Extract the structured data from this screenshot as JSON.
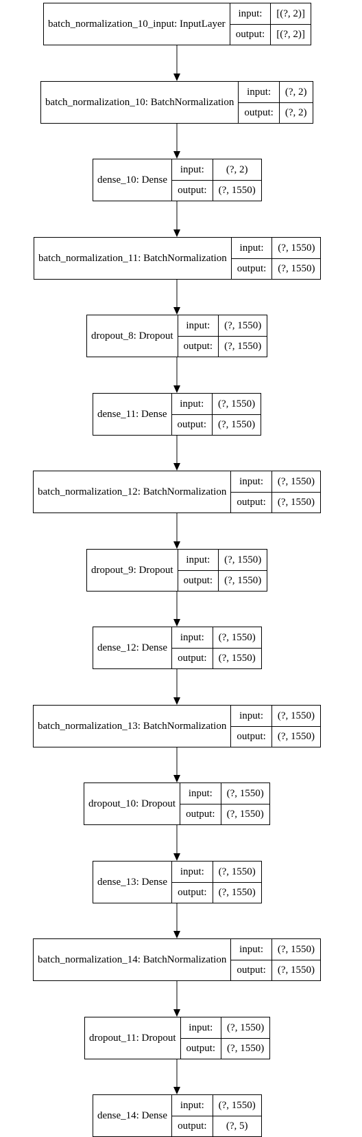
{
  "nodes": [
    {
      "name": "batch_normalization_10_input: InputLayer",
      "input_label": "input:",
      "input_shape": "[(?, 2)]",
      "output_label": "output:",
      "output_shape": "[(?, 2)]"
    },
    {
      "name": "batch_normalization_10: BatchNormalization",
      "input_label": "input:",
      "input_shape": "(?, 2)",
      "output_label": "output:",
      "output_shape": "(?, 2)"
    },
    {
      "name": "dense_10: Dense",
      "input_label": "input:",
      "input_shape": "(?, 2)",
      "output_label": "output:",
      "output_shape": "(?, 1550)"
    },
    {
      "name": "batch_normalization_11: BatchNormalization",
      "input_label": "input:",
      "input_shape": "(?, 1550)",
      "output_label": "output:",
      "output_shape": "(?, 1550)"
    },
    {
      "name": "dropout_8: Dropout",
      "input_label": "input:",
      "input_shape": "(?, 1550)",
      "output_label": "output:",
      "output_shape": "(?, 1550)"
    },
    {
      "name": "dense_11: Dense",
      "input_label": "input:",
      "input_shape": "(?, 1550)",
      "output_label": "output:",
      "output_shape": "(?, 1550)"
    },
    {
      "name": "batch_normalization_12: BatchNormalization",
      "input_label": "input:",
      "input_shape": "(?, 1550)",
      "output_label": "output:",
      "output_shape": "(?, 1550)"
    },
    {
      "name": "dropout_9: Dropout",
      "input_label": "input:",
      "input_shape": "(?, 1550)",
      "output_label": "output:",
      "output_shape": "(?, 1550)"
    },
    {
      "name": "dense_12: Dense",
      "input_label": "input:",
      "input_shape": "(?, 1550)",
      "output_label": "output:",
      "output_shape": "(?, 1550)"
    },
    {
      "name": "batch_normalization_13: BatchNormalization",
      "input_label": "input:",
      "input_shape": "(?, 1550)",
      "output_label": "output:",
      "output_shape": "(?, 1550)"
    },
    {
      "name": "dropout_10: Dropout",
      "input_label": "input:",
      "input_shape": "(?, 1550)",
      "output_label": "output:",
      "output_shape": "(?, 1550)"
    },
    {
      "name": "dense_13: Dense",
      "input_label": "input:",
      "input_shape": "(?, 1550)",
      "output_label": "output:",
      "output_shape": "(?, 1550)"
    },
    {
      "name": "batch_normalization_14: BatchNormalization",
      "input_label": "input:",
      "input_shape": "(?, 1550)",
      "output_label": "output:",
      "output_shape": "(?, 1550)"
    },
    {
      "name": "dropout_11: Dropout",
      "input_label": "input:",
      "input_shape": "(?, 1550)",
      "output_label": "output:",
      "output_shape": "(?, 1550)"
    },
    {
      "name": "dense_14: Dense",
      "input_label": "input:",
      "input_shape": "(?, 1550)",
      "output_label": "output:",
      "output_shape": "(?, 5)"
    }
  ]
}
